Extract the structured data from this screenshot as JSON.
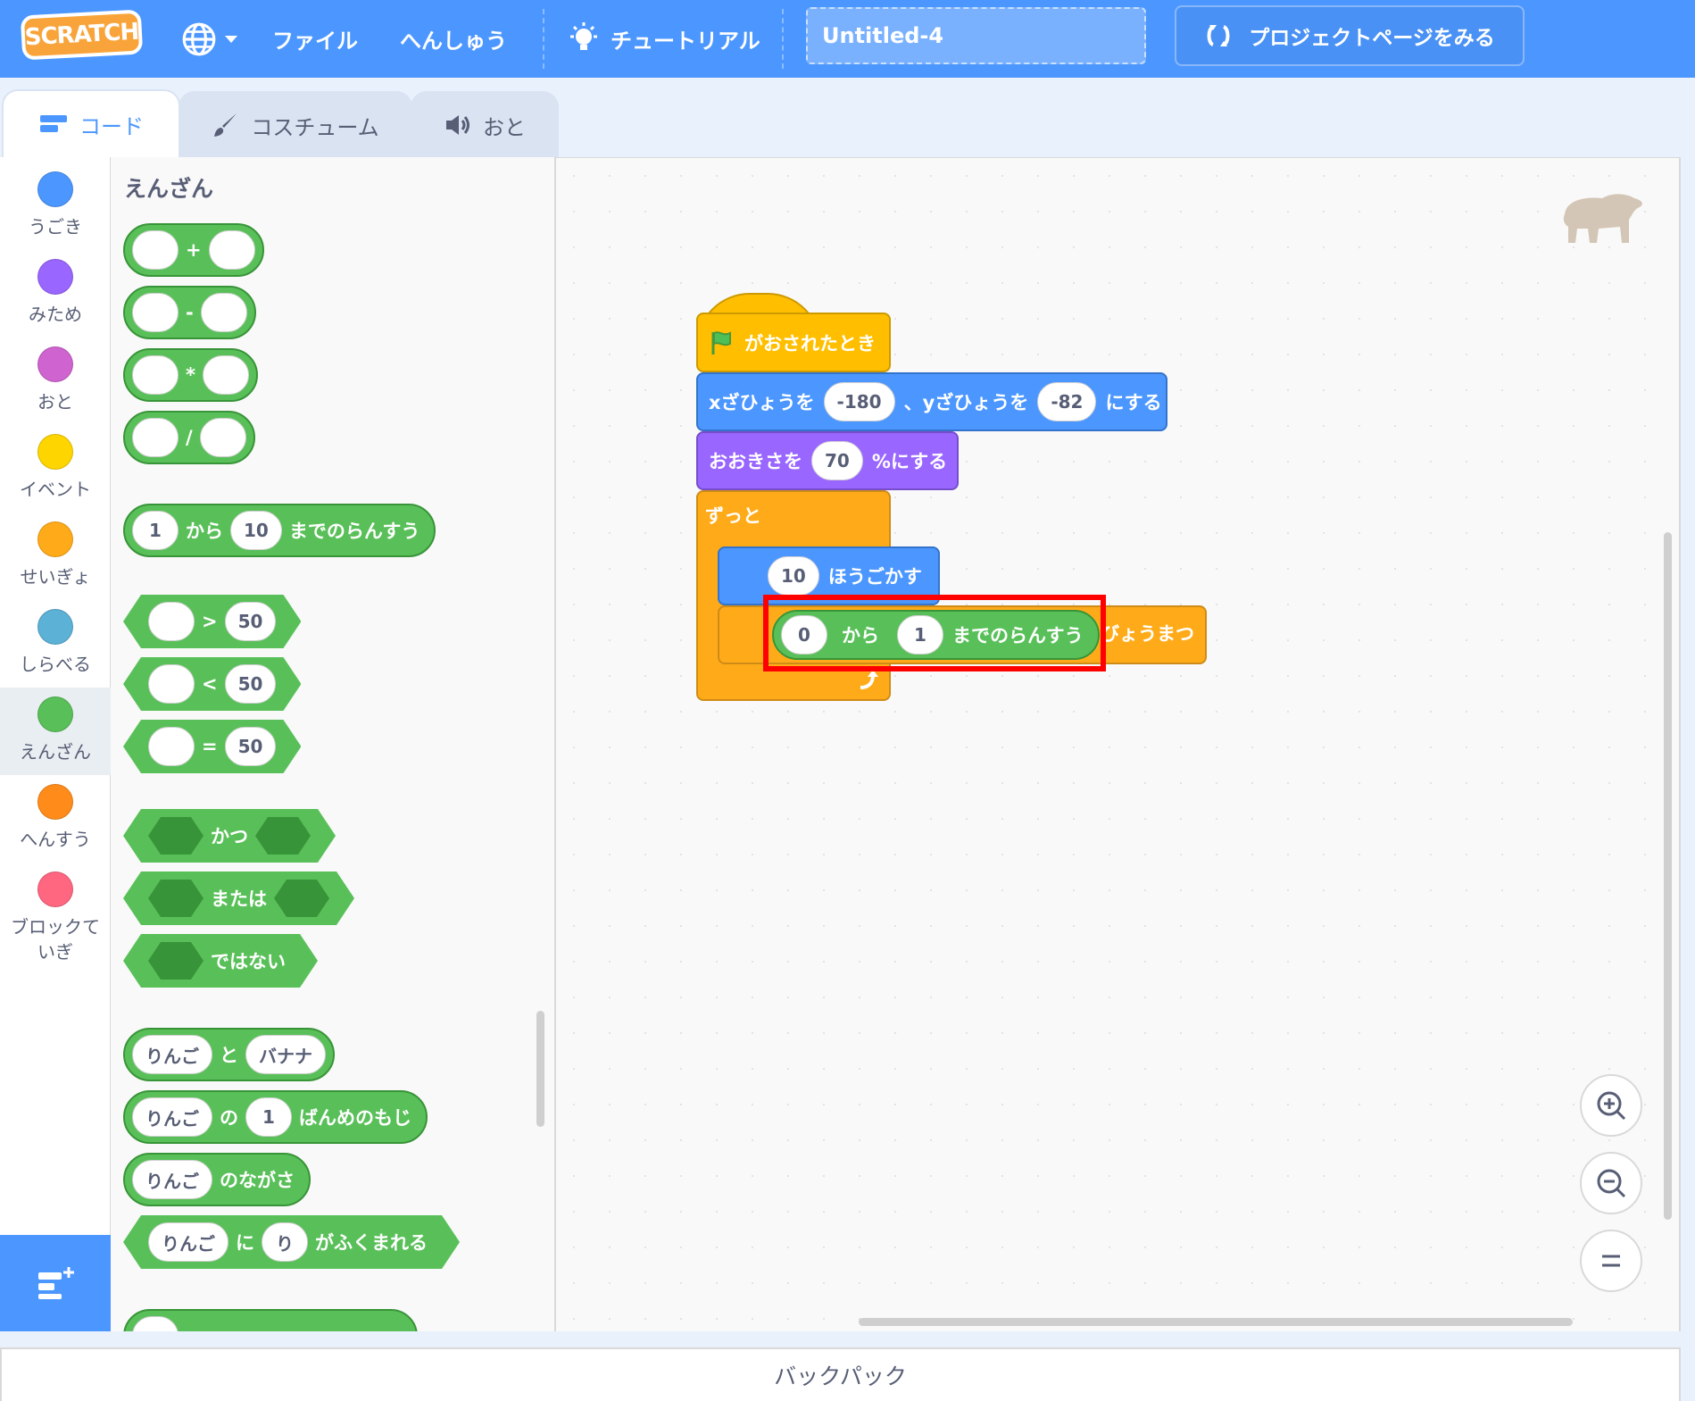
{
  "menubar": {
    "logo": "SCRATCH",
    "file": "ファイル",
    "edit": "へんしゅう",
    "tutorial": "チュートリアル",
    "project_title": "Untitled-4",
    "project_page": "プロジェクトページをみる"
  },
  "tabs": {
    "code": "コード",
    "costume": "コスチューム",
    "sound": "おと"
  },
  "categories": [
    {
      "label": "うごき",
      "color": "#4c97ff"
    },
    {
      "label": "みため",
      "color": "#9966ff"
    },
    {
      "label": "おと",
      "color": "#cf63cf"
    },
    {
      "label": "イベント",
      "color": "#ffd500"
    },
    {
      "label": "せいぎょ",
      "color": "#ffab19"
    },
    {
      "label": "しらべる",
      "color": "#5cb1d6"
    },
    {
      "label": "えんざん",
      "color": "#59c059"
    },
    {
      "label": "へんすう",
      "color": "#ff8c1a"
    },
    {
      "label": "ブロックて\nいぎ",
      "color": "#ff6680"
    }
  ],
  "palette": {
    "title": "えんざん",
    "add_op": "+",
    "sub_op": "-",
    "mul_op": "*",
    "div_op": "/",
    "random": {
      "from": "1",
      "kara": "から",
      "to": "10",
      "suffix": "までのらんすう"
    },
    "gt": {
      "op": ">",
      "val": "50"
    },
    "lt": {
      "op": "<",
      "val": "50"
    },
    "eq": {
      "op": "=",
      "val": "50"
    },
    "and": "かつ",
    "or": "または",
    "not": "ではない",
    "join": {
      "a": "りんご",
      "to": "と",
      "b": "バナナ"
    },
    "letter": {
      "str": "りんご",
      "no": "の",
      "idx": "1",
      "suffix": "ばんめのもじ"
    },
    "length": {
      "str": "りんご",
      "suffix": "のながさ"
    },
    "contains": {
      "str": "りんご",
      "ni": "に",
      "ch": "り",
      "suffix": "がふくまれる"
    }
  },
  "script": {
    "hat": "がおされたとき",
    "goto_x_label": "xざひょうを",
    "goto_x": "-180",
    "goto_y_label": "、yざひょうを",
    "goto_y": "-82",
    "goto_suffix": "にする",
    "size_label": "おおきさを",
    "size": "70",
    "size_suffix": "%にする",
    "forever": "ずっと",
    "move_steps": "10",
    "move_suffix": "ほうごかす",
    "rand_from": "0",
    "rand_kara": "から",
    "rand_to": "1",
    "rand_suffix": "までのらんすう",
    "wait_suffix": "びょうまつ"
  },
  "backpack": "バックパック"
}
